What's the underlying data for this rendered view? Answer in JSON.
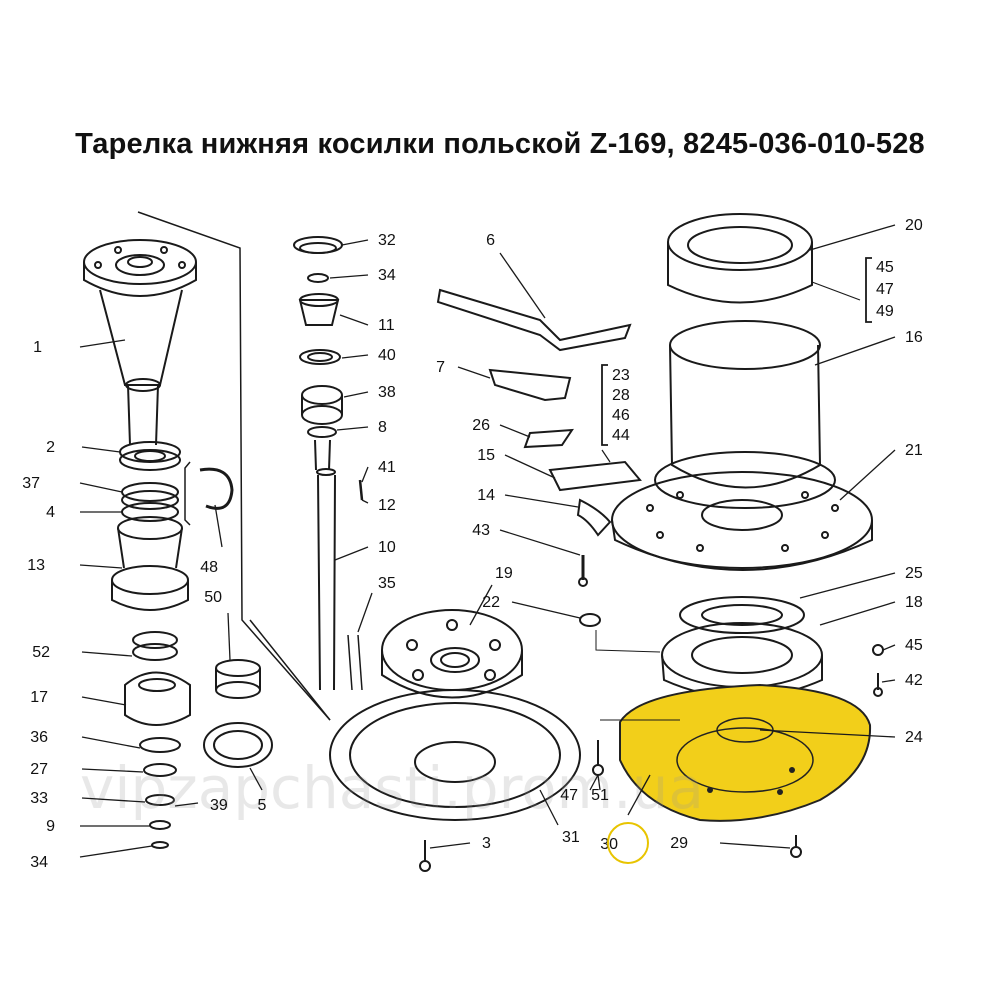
{
  "title": "Тарелка нижняя косилки польской Z-169, 8245-036-010-528",
  "watermark": "vipzapchasti.prom.ua",
  "highlight_color": "#f2cf1a",
  "highlighted_part": "30",
  "callouts": [
    {
      "id": "1",
      "text": "1"
    },
    {
      "id": "2",
      "text": "2"
    },
    {
      "id": "37",
      "text": "37"
    },
    {
      "id": "4",
      "text": "4"
    },
    {
      "id": "13",
      "text": "13"
    },
    {
      "id": "48",
      "text": "48"
    },
    {
      "id": "50",
      "text": "50"
    },
    {
      "id": "52",
      "text": "52"
    },
    {
      "id": "17",
      "text": "17"
    },
    {
      "id": "36",
      "text": "36"
    },
    {
      "id": "27",
      "text": "27"
    },
    {
      "id": "33",
      "text": "33"
    },
    {
      "id": "39",
      "text": "39"
    },
    {
      "id": "5",
      "text": "5"
    },
    {
      "id": "9",
      "text": "9"
    },
    {
      "id": "34b",
      "text": "34"
    },
    {
      "id": "32",
      "text": "32"
    },
    {
      "id": "34a",
      "text": "34"
    },
    {
      "id": "11",
      "text": "11"
    },
    {
      "id": "40",
      "text": "40"
    },
    {
      "id": "38",
      "text": "38"
    },
    {
      "id": "8",
      "text": "8"
    },
    {
      "id": "41",
      "text": "41"
    },
    {
      "id": "12",
      "text": "12"
    },
    {
      "id": "10",
      "text": "10"
    },
    {
      "id": "35",
      "text": "35"
    },
    {
      "id": "19",
      "text": "19"
    },
    {
      "id": "3",
      "text": "3"
    },
    {
      "id": "31",
      "text": "31"
    },
    {
      "id": "6",
      "text": "6"
    },
    {
      "id": "7",
      "text": "7"
    },
    {
      "id": "26",
      "text": "26"
    },
    {
      "id": "15",
      "text": "15"
    },
    {
      "id": "14",
      "text": "14"
    },
    {
      "id": "43",
      "text": "43"
    },
    {
      "id": "22",
      "text": "22"
    },
    {
      "id": "47",
      "text": "47"
    },
    {
      "id": "51",
      "text": "51"
    },
    {
      "id": "30",
      "text": "30"
    },
    {
      "id": "29",
      "text": "29"
    },
    {
      "id": "20",
      "text": "20"
    },
    {
      "id": "16",
      "text": "16"
    },
    {
      "id": "21",
      "text": "21"
    },
    {
      "id": "25",
      "text": "25"
    },
    {
      "id": "18",
      "text": "18"
    },
    {
      "id": "45",
      "text": "45"
    },
    {
      "id": "42",
      "text": "42"
    },
    {
      "id": "24",
      "text": "24"
    }
  ],
  "groups": {
    "top_right": [
      "45",
      "47",
      "49"
    ],
    "middle": [
      "23",
      "28",
      "46",
      "44"
    ]
  }
}
